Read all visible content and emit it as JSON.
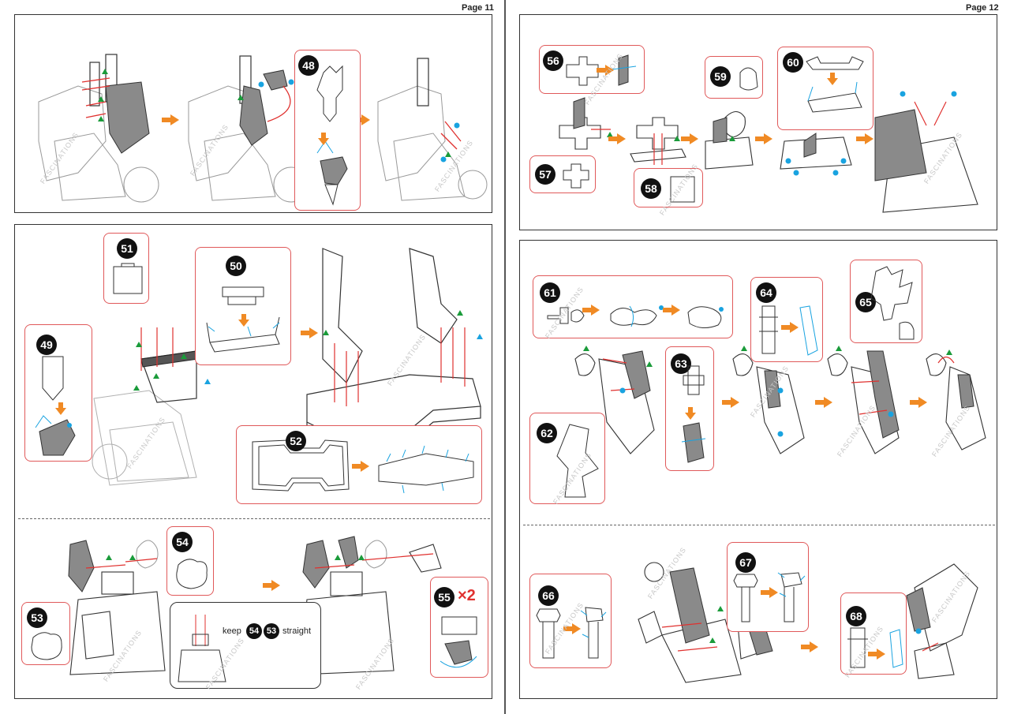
{
  "pages": {
    "left_label": "Page 11",
    "right_label": "Page 12"
  },
  "watermark": "FASCINATIONS",
  "steps": {
    "s48": "48",
    "s49": "49",
    "s50": "50",
    "s51": "51",
    "s52": "52",
    "s53": "53",
    "s54": "54",
    "s55": "55",
    "s56": "56",
    "s57": "57",
    "s58": "58",
    "s59": "59",
    "s60": "60",
    "s61": "61",
    "s62": "62",
    "s63": "63",
    "s64": "64",
    "s65": "65",
    "s66": "66",
    "s67": "67",
    "s68": "68"
  },
  "step55_multiplier": "×2",
  "note": {
    "keep": "keep",
    "n54": "54",
    "n53": "53",
    "straight": "straight"
  },
  "colors": {
    "callout_border": "#e0595a",
    "arrow": "#f08a24",
    "tab_marker_green": "#1a9b3a",
    "fold_marker_blue": "#19a3e0",
    "part_fill_gray": "#8a8a8a",
    "guide_red": "#e0312f"
  }
}
